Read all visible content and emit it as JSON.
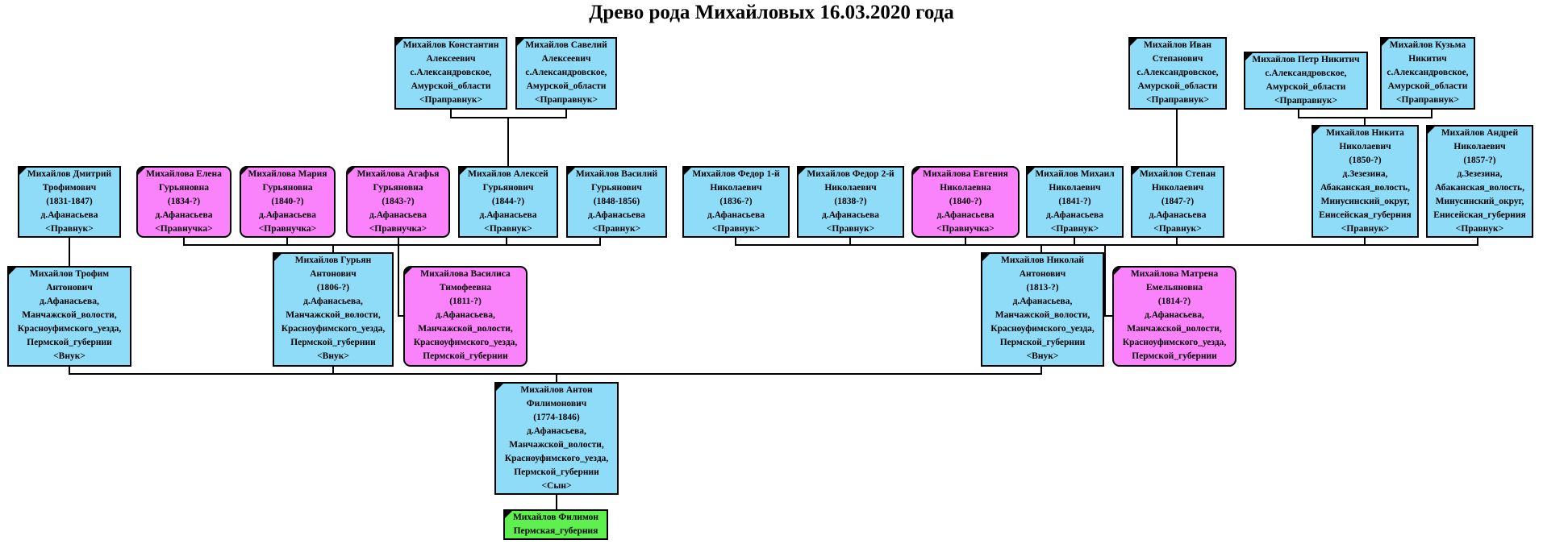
{
  "title": "Древо рода Михайловых 16.03.2020 года",
  "people": [
    {
      "id": "konstantin",
      "sex": "m",
      "lines": [
        "Михайлов Константин",
        "Алексеевич",
        "с.Александровское,",
        "Амурской_области",
        "<Праправнук>"
      ]
    },
    {
      "id": "saveliy",
      "sex": "m",
      "lines": [
        "Михайлов Савелий",
        "Алексеевич",
        "с.Александровское,",
        "Амурской_области",
        "<Праправнук>"
      ]
    },
    {
      "id": "ivan",
      "sex": "m",
      "lines": [
        "Михайлов Иван",
        "Степанович",
        "с.Александровское,",
        "Амурской_области",
        "<Праправнук>"
      ]
    },
    {
      "id": "petr",
      "sex": "m",
      "lines": [
        "Михайлов Петр Никитич",
        "с.Александровское,",
        "Амурской_области",
        "<Праправнук>"
      ]
    },
    {
      "id": "kuzma",
      "sex": "m",
      "lines": [
        "Михайлов Кузьма",
        "Никитич",
        "с.Александровское,",
        "Амурской_области",
        "<Праправнук>"
      ]
    },
    {
      "id": "nikita",
      "sex": "m",
      "lines": [
        "Михайлов Никита",
        "Николаевич",
        "(1850-?)",
        "д.Зезезина,",
        "Абаканская_волость,",
        "Минусинский_округ,",
        "Енисейская_губерния",
        "<Правнук>"
      ]
    },
    {
      "id": "andrey",
      "sex": "m",
      "lines": [
        "Михайлов Андрей",
        "Николаевич",
        "(1857-?)",
        "д.Зезезина,",
        "Абаканская_волость,",
        "Минусинский_округ,",
        "Енисейская_губерния",
        "<Правнук>"
      ]
    },
    {
      "id": "dmitriy",
      "sex": "m",
      "lines": [
        "Михайлов Дмитрий",
        "Трофимович",
        "(1831-1847)",
        "д.Афанасьева",
        "<Правнук>"
      ]
    },
    {
      "id": "elena",
      "sex": "f",
      "lines": [
        "Михайлова Елена",
        "Гурьяновна",
        "(1834-?)",
        "д.Афанасьева",
        "<Правнучка>"
      ]
    },
    {
      "id": "maria",
      "sex": "f",
      "lines": [
        "Михайлова Мария",
        "Гурьяновна",
        "(1840-?)",
        "д.Афанасьева",
        "<Правнучка>"
      ]
    },
    {
      "id": "agafya",
      "sex": "f",
      "lines": [
        "Михайлова Агафья",
        "Гурьяновна",
        "(1843-?)",
        "д.Афанасьева",
        "<Правнучка>"
      ]
    },
    {
      "id": "aleksey",
      "sex": "m",
      "lines": [
        "Михайлов Алексей",
        "Гурьянович",
        "(1844-?)",
        "д.Афанасьева",
        "<Правнук>"
      ]
    },
    {
      "id": "vasiliy",
      "sex": "m",
      "lines": [
        "Михайлов Василий",
        "Гурьянович",
        "(1848-1856)",
        "д.Афанасьева",
        "<Правнук>"
      ]
    },
    {
      "id": "fedor1",
      "sex": "m",
      "lines": [
        "Михайлов Федор 1-й",
        "Николаевич",
        "(1836-?)",
        "д.Афанасьева",
        "<Правнук>"
      ]
    },
    {
      "id": "fedor2",
      "sex": "m",
      "lines": [
        "Михайлов Федор 2-й",
        "Николаевич",
        "(1838-?)",
        "д.Афанасьева",
        "<Правнук>"
      ]
    },
    {
      "id": "evgeniya",
      "sex": "f",
      "lines": [
        "Михайлова Евгения",
        "Николаевна",
        "(1840-?)",
        "д.Афанасьева",
        "<Правнучка>"
      ]
    },
    {
      "id": "mikhail",
      "sex": "m",
      "lines": [
        "Михайлов Михаил",
        "Николаевич",
        "(1841-?)",
        "д.Афанасьева",
        "<Правнук>"
      ]
    },
    {
      "id": "stepan",
      "sex": "m",
      "lines": [
        "Михайлов Степан",
        "Николаевич",
        "(1847-?)",
        "д.Афанасьева",
        "<Правнук>"
      ]
    },
    {
      "id": "trofim",
      "sex": "m",
      "lines": [
        "Михайлов Трофим",
        "Антонович",
        "д.Афанасьева,",
        "Манчажской_волости,",
        "Красноуфимского_уезда,",
        "Пермской_губернии",
        "<Внук>"
      ]
    },
    {
      "id": "guryan",
      "sex": "m",
      "lines": [
        "Михайлов Гурьян",
        "Антонович",
        "(1806-?)",
        "д.Афанасьева,",
        "Манчажской_волости,",
        "Красноуфимского_уезда,",
        "Пермской_губернии",
        "<Внук>"
      ]
    },
    {
      "id": "vasilisa",
      "sex": "f",
      "lines": [
        "Михайлова Василиса",
        "Тимофеевна",
        "(1811-?)",
        "д.Афанасьева,",
        "Манчажской_волости,",
        "Красноуфимского_уезда,",
        "Пермской_губернии"
      ]
    },
    {
      "id": "nikolay",
      "sex": "m",
      "lines": [
        "Михайлов Николай",
        "Антонович",
        "(1813-?)",
        "д.Афанасьева,",
        "Манчажской_волости,",
        "Красноуфимского_уезда,",
        "Пермской_губернии",
        "<Внук>"
      ]
    },
    {
      "id": "matrena",
      "sex": "f",
      "lines": [
        "Михайлова Матрена",
        "Емельяновна",
        "(1814-?)",
        "д.Афанасьева,",
        "Манчажской_волости,",
        "Красноуфимского_уезда,",
        "Пермской_губернии"
      ]
    },
    {
      "id": "anton",
      "sex": "m",
      "lines": [
        "Михайлов Антон",
        "Филимонович",
        "(1774-1846)",
        "д.Афанасьева,",
        "Манчажской_волости,",
        "Красноуфимского_уезда,",
        "Пермской_губернии",
        "<Сын>"
      ]
    },
    {
      "id": "filimon",
      "sex": "g",
      "lines": [
        "Михайлов Филимон",
        "Пермская_губерния"
      ]
    }
  ]
}
